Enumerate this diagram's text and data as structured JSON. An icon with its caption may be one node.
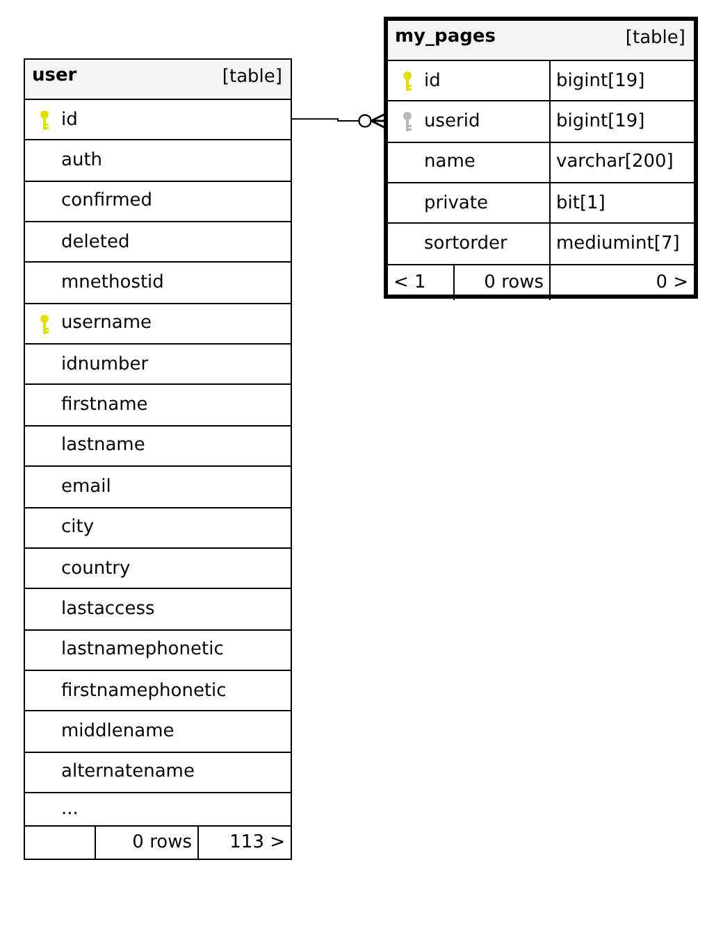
{
  "diagram": {
    "nodes": [
      {
        "text": [
          "user",
          "[table]"
        ]
      },
      {
        "text": [
          "id"
        ],
        "in": 0
      },
      {
        "text": [
          "auth"
        ],
        "in": 0
      },
      {
        "text": [
          "confirmed"
        ],
        "in": 0
      },
      {
        "text": [
          "deleted"
        ],
        "in": 0
      },
      {
        "text": [
          "mnethostid"
        ],
        "in": 0
      },
      {
        "text": [
          "username"
        ],
        "in": 0
      },
      {
        "text": [
          "idnumber"
        ],
        "in": 0
      },
      {
        "text": [
          "firstname"
        ],
        "in": 0
      },
      {
        "text": [
          "lastname"
        ],
        "in": 0
      },
      {
        "text": [
          "email"
        ],
        "in": 0
      },
      {
        "text": [
          "city"
        ],
        "in": 0
      },
      {
        "text": [
          "country"
        ],
        "in": 0
      },
      {
        "text": [
          "lastaccess"
        ],
        "in": 0
      },
      {
        "text": [
          "lastnamephonetic"
        ],
        "in": 0
      },
      {
        "text": [
          "firstnamephonetic"
        ],
        "in": 0
      },
      {
        "text": [
          "middlename"
        ],
        "in": 0
      },
      {
        "text": [
          "alternatename"
        ],
        "in": 0
      },
      {
        "text": [
          "..."
        ],
        "in": 0
      },
      {
        "text": [
          "0 rows",
          "113 >"
        ],
        "in": 0
      },
      {
        "text": [
          "my_pages",
          "[table]"
        ]
      },
      {
        "text": [
          "id",
          "bigint[19]"
        ],
        "in": 20
      },
      {
        "text": [
          "userid",
          "bigint[19]"
        ],
        "in": 20
      },
      {
        "text": [
          "name",
          "varchar[200]"
        ],
        "in": 20
      },
      {
        "text": [
          "private",
          "bit[1]"
        ],
        "in": 20
      },
      {
        "text": [
          "sortorder",
          "mediumint[7]"
        ],
        "in": 20
      },
      {
        "text": [
          "< 1",
          "0 rows",
          "0 >"
        ],
        "in": 20
      }
    ],
    "edges": [
      {
        "from": 1,
        "to": 22,
        "arrow": "other"
      }
    ]
  }
}
